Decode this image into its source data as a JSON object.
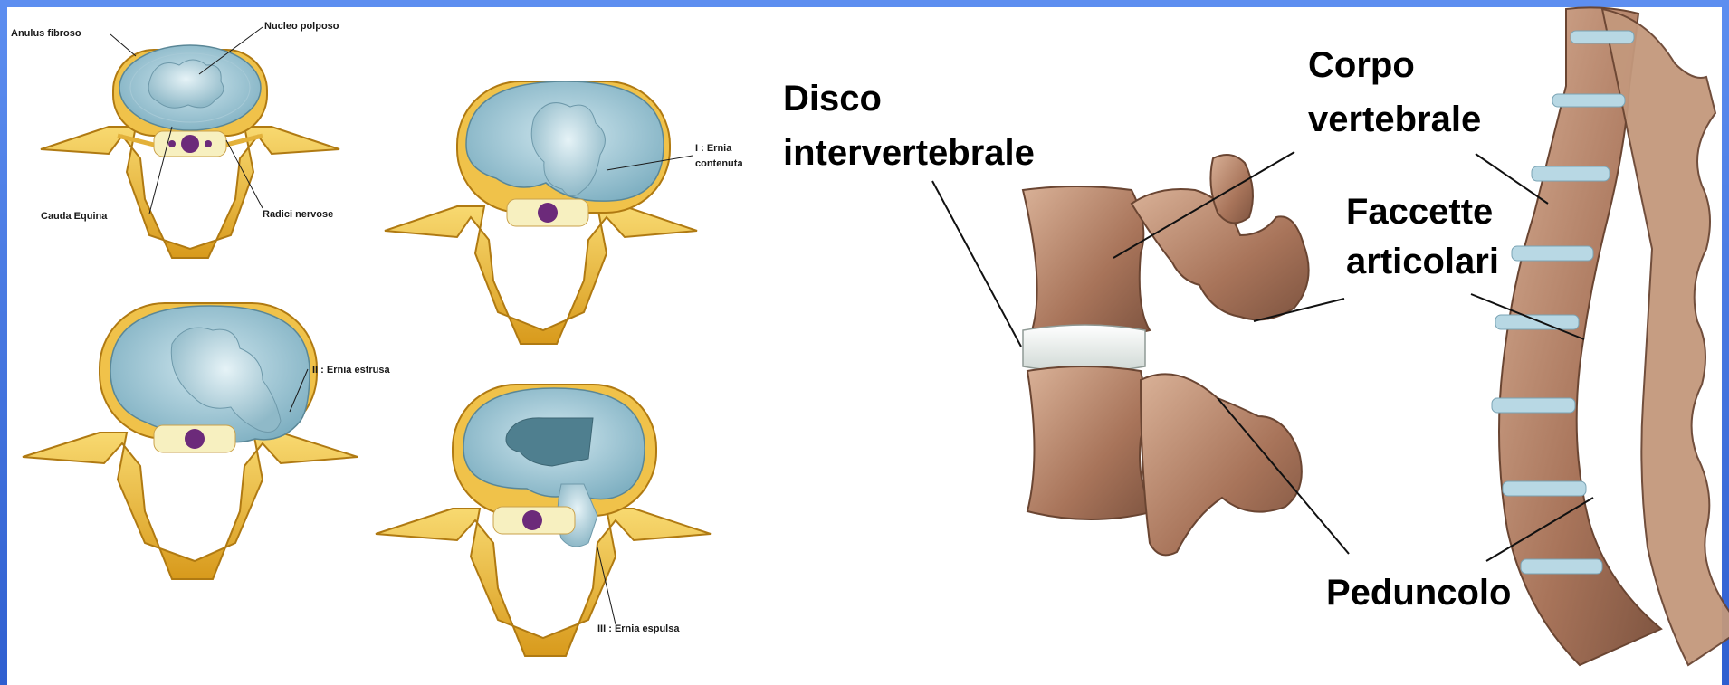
{
  "hernia_diagrams": {
    "labels": {
      "anulus": "Anulus fibroso",
      "nucleo": "Nucleo polposo",
      "cauda": "Cauda Equina",
      "radici": "Radici nervose",
      "stage1_a": "I : Ernia",
      "stage1_b": "contenuta",
      "stage2": "II : Ernia estrusa",
      "stage3": "III : Ernia espulsa"
    }
  },
  "vertebra_diagram": {
    "labels": {
      "disco_a": "Disco",
      "disco_b": "intervertebrale",
      "corpo_a": "Corpo",
      "corpo_b": "vertebrale",
      "faccette_a": "Faccette",
      "faccette_b": "articolari",
      "peduncolo": "Peduncolo"
    }
  },
  "colors": {
    "frame": "#3f6fd6",
    "bone_yellow": "#f2c440",
    "disc_blue": "#9cc6d6",
    "bone_brown": "#b8876a",
    "disc_white": "#e9ecea"
  }
}
